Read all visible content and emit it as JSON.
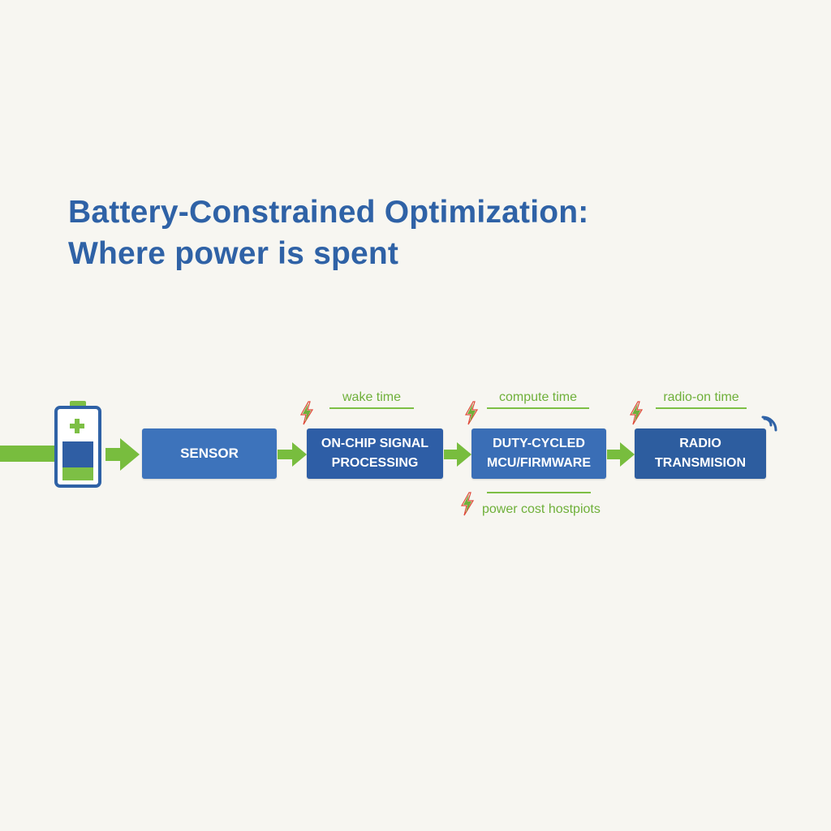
{
  "title": {
    "line1": "Battery-Constrained Optimization:",
    "line2": "Where power is spent"
  },
  "blocks": {
    "sensor": {
      "line1": "SENSOR"
    },
    "dsp": {
      "line1": "ON-CHIP SIGNAL",
      "line2": "PROCESSING"
    },
    "mcu": {
      "line1": "DUTY-CYCLED",
      "line2": "MCU/FIRMWARE"
    },
    "radio": {
      "line1": "RADIO",
      "line2": "TRANSMISION"
    }
  },
  "annotations": {
    "dsp": "wake time",
    "mcu": "compute time",
    "radio": "radio-on time"
  },
  "legend": {
    "label": "power cost hostpiots"
  },
  "colors": {
    "title": "#2f62a6",
    "block_blue": "#3d73bb",
    "flow_green": "#78bd3e",
    "bolt_green": "#6fb03a",
    "bolt_red": "#e04a3a",
    "background": "#f7f6f1"
  },
  "icons": {
    "battery": "battery-icon",
    "bolt": "lightning-bolt-icon",
    "wireless": "wireless-signal-icon",
    "arrow": "arrow-right-icon"
  }
}
